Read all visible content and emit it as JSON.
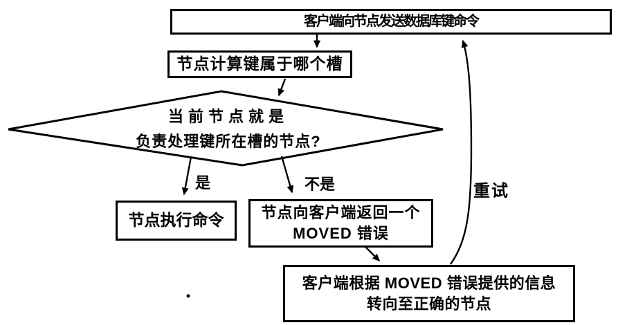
{
  "diagram": {
    "background_color": "#ffffff",
    "ink_color": "#000000",
    "nodes": {
      "send_command": "客户端向节点发送数据库键命令",
      "compute_slot": "节点计算键属于哪个槽",
      "decision_line1": "当前节点就是",
      "decision_line2": "负责处理键所在槽的节点?",
      "execute": "节点执行命令",
      "moved_line1": "节点向客户端返回一个",
      "moved_line2": "MOVED 错误",
      "redirect_line1": "客户端根据 MOVED 错误提供的信息",
      "redirect_line2": "转向至正确的节点"
    },
    "edge_labels": {
      "yes": "是",
      "no": "不是",
      "retry": "重试"
    }
  }
}
